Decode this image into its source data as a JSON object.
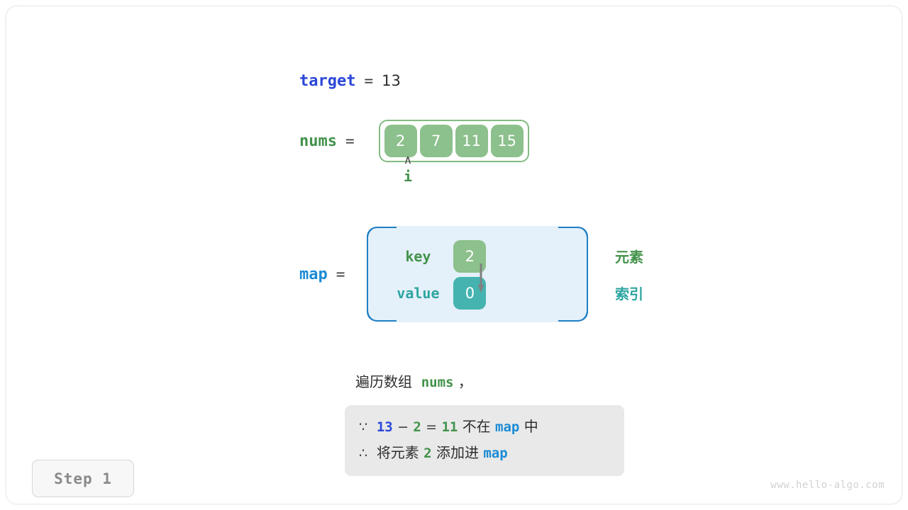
{
  "page": {
    "watermark": "www.hello-algo.com",
    "step_badge": "Step 1"
  },
  "target_row": {
    "var_name": "target",
    "equals": "=",
    "value": "13"
  },
  "nums_row": {
    "var_name": "nums",
    "equals": "=",
    "cells": [
      "2",
      "7",
      "11",
      "15"
    ]
  },
  "pointer": {
    "caret": "∧",
    "label": "i",
    "points_to_index": 0
  },
  "map_row": {
    "var_name": "map",
    "equals": "=",
    "key_label": "key",
    "value_label": "value",
    "key_value": "2",
    "value_value": "0",
    "arrow": "down-arrow"
  },
  "legend": {
    "element_label": "元素",
    "index_label": "索引"
  },
  "explanation": {
    "title_prefix": "遍历数组",
    "title_var": "nums",
    "title_suffix": "，",
    "line1": {
      "symbol": "∵",
      "target": "13",
      "minus": "−",
      "num": "2",
      "equals": "=",
      "result": "11",
      "mid": "不在",
      "map": "map",
      "end": "中"
    },
    "line2": {
      "symbol": "∴",
      "prefix": "将元素",
      "num": "2",
      "mid": "添加进",
      "map": "map"
    }
  },
  "colors": {
    "target_blue": "#2b47d8",
    "nums_green": "#42924a",
    "map_blue": "#1b8bd4",
    "cell_green": "#8cc08c",
    "value_teal": "#45b3b0",
    "map_bg": "#e4f0fa",
    "explain_bg": "#e9e9e9"
  }
}
